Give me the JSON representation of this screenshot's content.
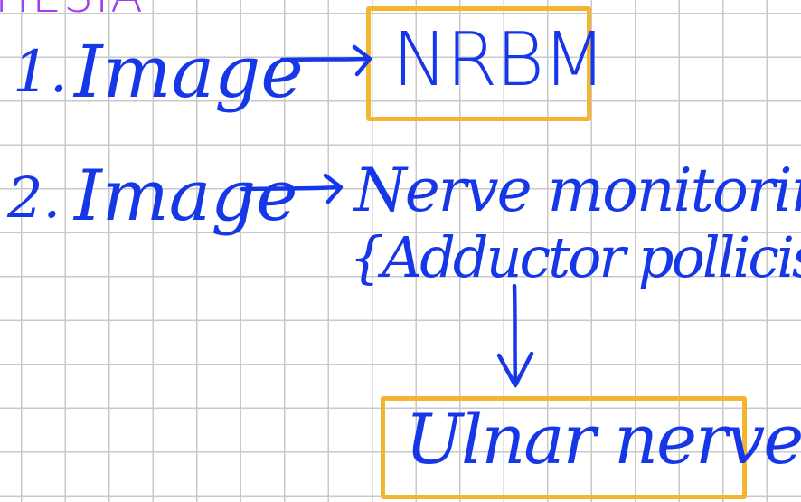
{
  "colors": {
    "ink": "#1537e8",
    "heading_ink": "#a13df0",
    "highlight_box": "#f2b632",
    "grid_line": "#c9c9c9",
    "paper": "#ffffff"
  },
  "heading_fragment": "HESIA",
  "lines": [
    {
      "number": "1.",
      "term": "Image",
      "result": "NRBM"
    },
    {
      "number": "2.",
      "term": "Image",
      "result": "Nerve monitoring",
      "detail": "{Adductor pollicis}",
      "innervation": "Ulnar nerve."
    }
  ],
  "icons": [
    "arrow-right-icon",
    "arrow-right-icon",
    "arrow-down-icon"
  ]
}
